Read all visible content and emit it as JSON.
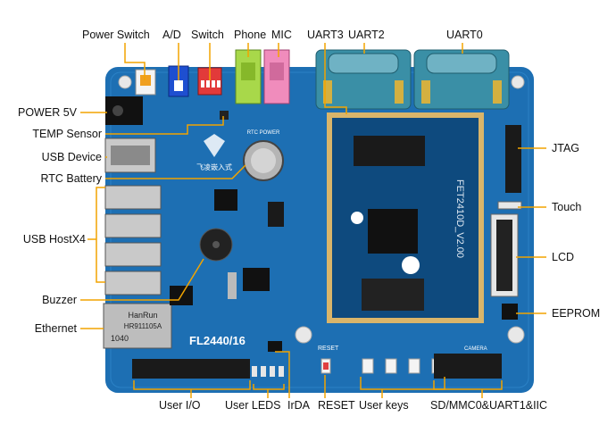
{
  "labels": {
    "power_switch": "Power Switch",
    "ad": "A/D",
    "switch": "Switch",
    "phone": "Phone",
    "mic": "MIC",
    "uart3": "UART3",
    "uart2": "UART2",
    "uart0": "UART0",
    "power_5v": "POWER 5V",
    "temp_sensor": "TEMP Sensor",
    "usb_device": "USB Device",
    "rtc_battery": "RTC Battery",
    "usb_hostx4": "USB HostX4",
    "buzzer": "Buzzer",
    "ethernet": "Ethernet",
    "jtag": "JTAG",
    "touch": "Touch",
    "lcd": "LCD",
    "eeprom": "EEPROM",
    "user_io": "User I/O",
    "user_leds": "User LEDS",
    "irda": "IrDA",
    "reset": "RESET",
    "user_keys": "User keys",
    "sd_mmc": "SD/MMC0&UART1&IIC"
  },
  "board": {
    "model": "FL2440/16",
    "core_module": "FET2410D_V2.00",
    "brand": "飞凌嵌入式",
    "eth_chip": "HanRun",
    "eth_part": "HR911105A",
    "eth_code": "1040",
    "rtc_text": "RTC POWER",
    "reset_silk": "RESET",
    "camera_silk": "CAMERA"
  },
  "colors": {
    "board": "#1d6fb3",
    "board_dark": "#13518a",
    "callout": "#f2a400",
    "serial": "#3a8fa6",
    "module": "#0e4a7e",
    "module_frame": "#d9b56a"
  }
}
